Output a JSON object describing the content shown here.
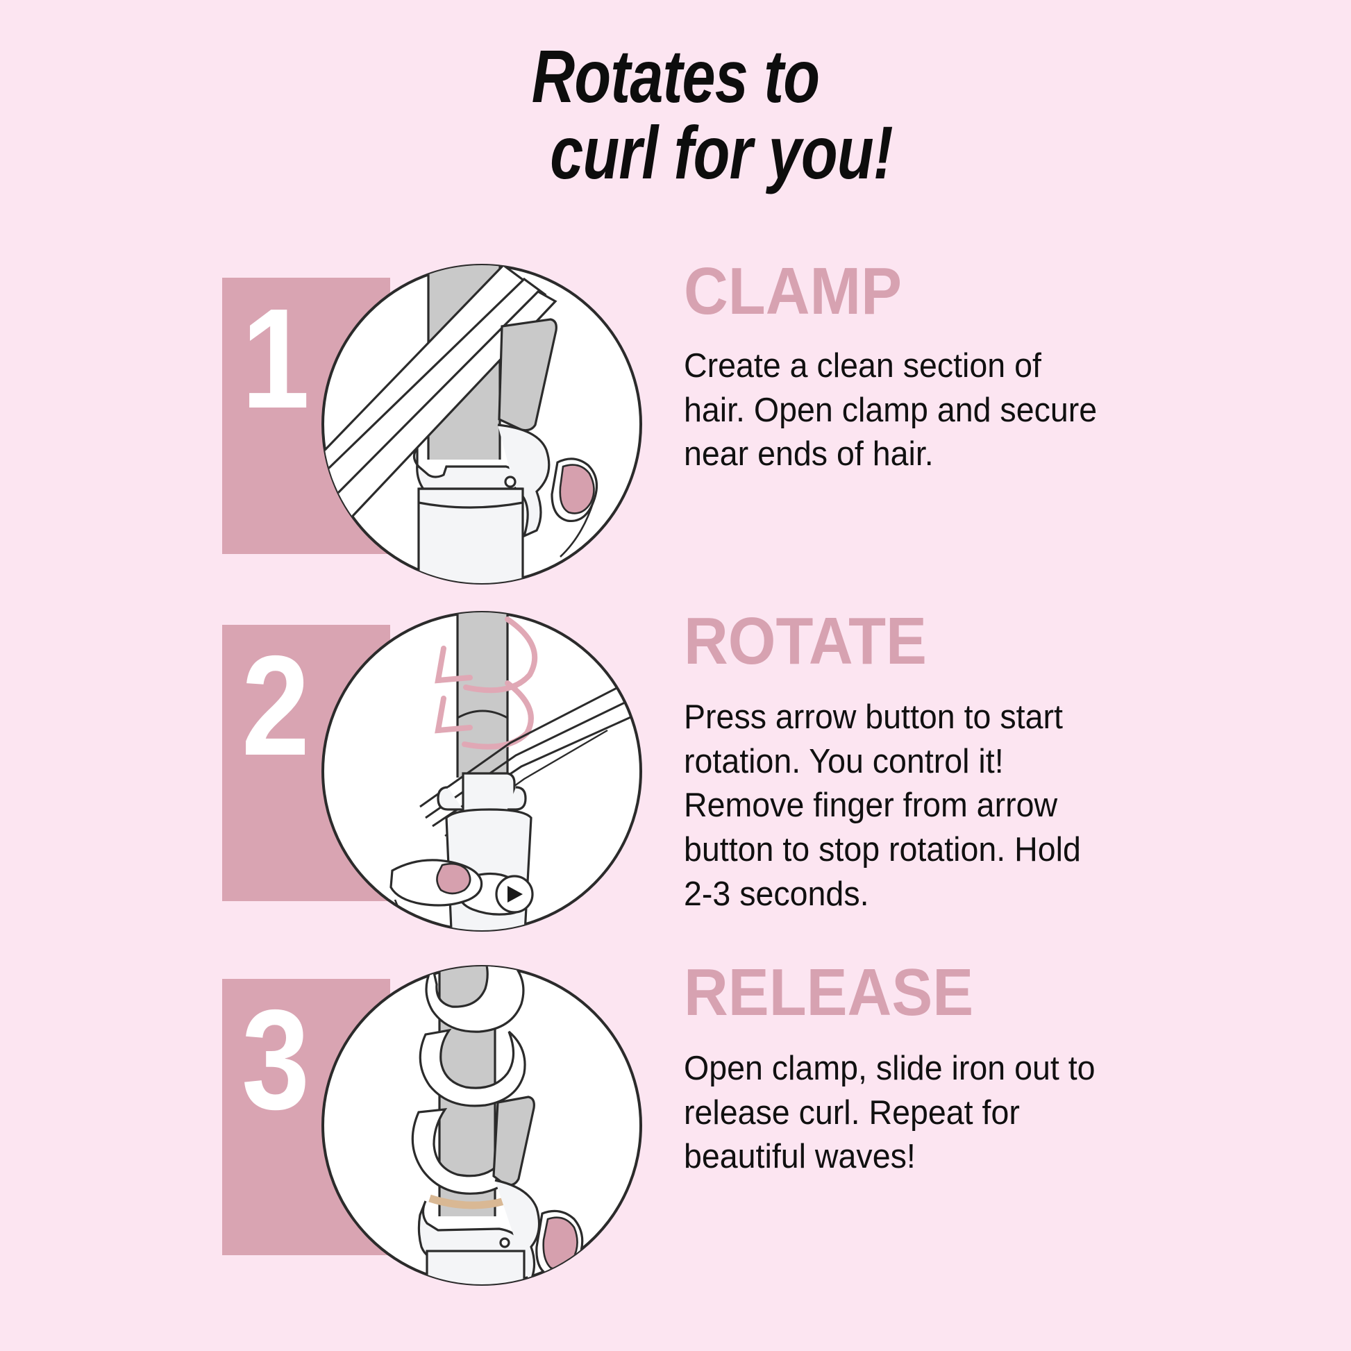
{
  "title": {
    "line1": "Rotates to",
    "line2": "curl for you!"
  },
  "colors": {
    "background": "#fce5f1",
    "badge": "#d9a4b2",
    "heading": "#d7a2b1",
    "body_text": "#101010",
    "barrel_gray": "#c9c9c9",
    "outline": "#2b2b2b",
    "nail_pink": "#d6a0ae",
    "arrow_pink": "#e0a8b5",
    "device_white": "#f4f5f7"
  },
  "steps": [
    {
      "number": "1",
      "heading": "CLAMP",
      "body": "Create a clean section of hair. Open clamp and secure near ends of hair.",
      "illustration": "curling-iron-clamp-with-hair-section"
    },
    {
      "number": "2",
      "heading": "ROTATE",
      "body": "Press arrow button to start rotation. You control it! Remove finger from arrow button to stop rotation. Hold 2-3 seconds.",
      "illustration": "curling-iron-rotating-with-arrow-button"
    },
    {
      "number": "3",
      "heading": "RELEASE",
      "body": "Open clamp, slide iron out to release curl. Repeat for beautiful waves!",
      "illustration": "curling-iron-with-curl-wrapped-around-barrel"
    }
  ]
}
